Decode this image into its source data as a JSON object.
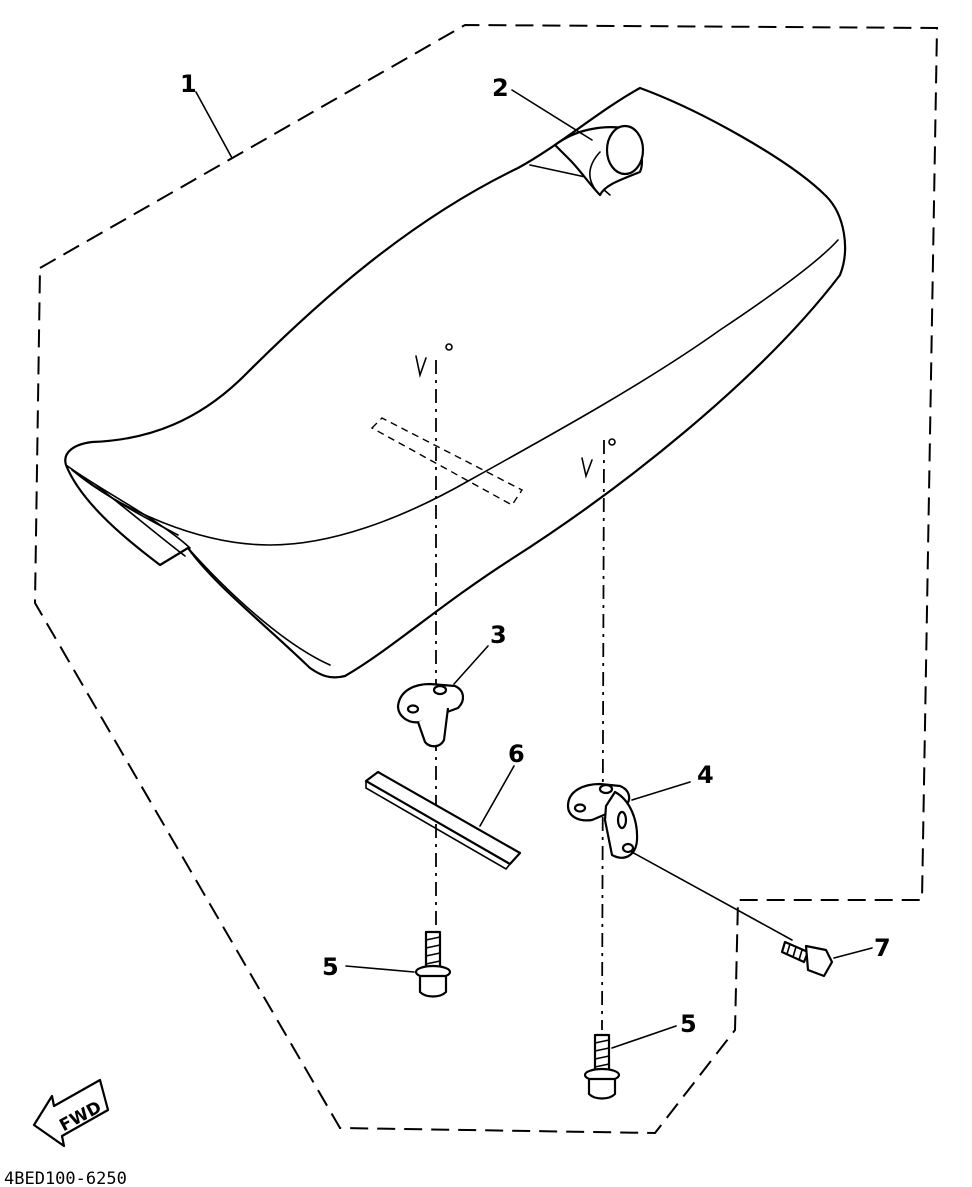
{
  "callouts": {
    "c1": "1",
    "c2": "2",
    "c3": "3",
    "c4": "4",
    "c5a": "5",
    "c5b": "5",
    "c6": "6",
    "c7": "7"
  },
  "fwd_label": "FWD",
  "figure_code": "4BED100-6250"
}
